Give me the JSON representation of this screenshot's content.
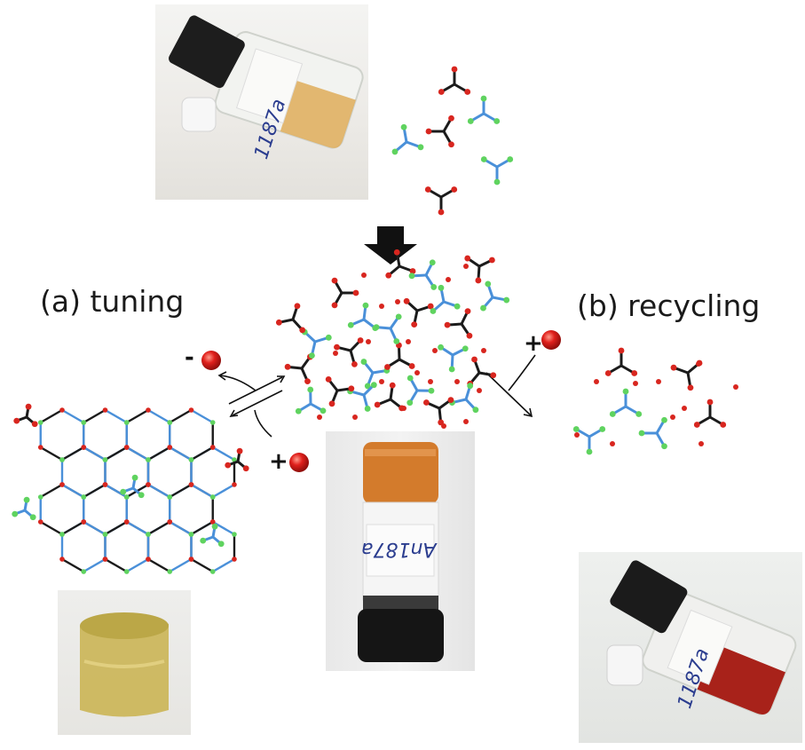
{
  "labels": {
    "tuning": "(a) tuning",
    "recycling": "(b) recycling",
    "minus": "-",
    "plus_left": "+",
    "plus_right": "+"
  },
  "photos": {
    "top_vial_text": "1187a",
    "center_vial_text": "An187a",
    "right_vial_text": "1187a"
  },
  "colors": {
    "black_linker": "#1b1b1b",
    "blue_linker": "#4a90d9",
    "green_node": "#5fd35f",
    "red_node": "#d8261f",
    "ion_red": "#e0201c",
    "arrow_black": "#111111"
  }
}
